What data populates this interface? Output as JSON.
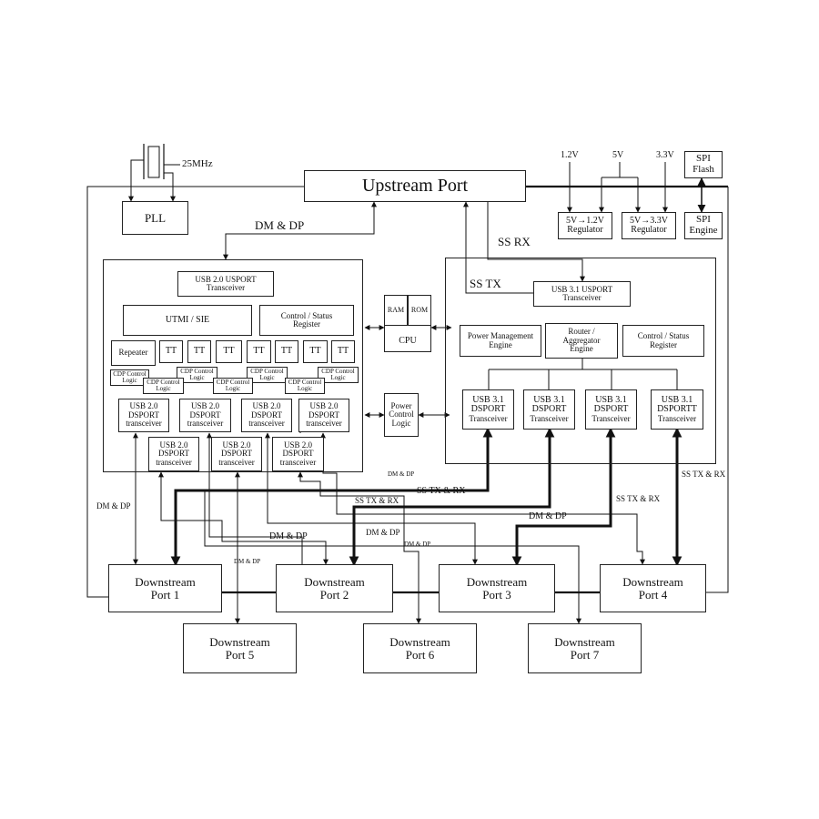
{
  "crystal_freq": "25MHz",
  "upstream_port": "Upstream Port",
  "pll": "PLL",
  "voltages": {
    "v12": "1.2V",
    "v5": "5V",
    "v33": "3.3V"
  },
  "spi_flash": {
    "l1": "SPI",
    "l2": "Flash"
  },
  "spi_engine": {
    "l1": "SPI",
    "l2": "Engine"
  },
  "regulator_12": {
    "l1": "5V→1.2V",
    "l2": "Regulator"
  },
  "regulator_33": {
    "l1": "5V→3.3V",
    "l2": "Regulator"
  },
  "usb20_hub": {
    "usport": {
      "l1": "USB 2.0 USPORT",
      "l2": "Transceiver"
    },
    "utmi": "UTMI / SIE",
    "ctrl_status": {
      "l1": "Control / Status",
      "l2": "Register"
    },
    "repeater": "Repeater",
    "tt": [
      "TT",
      "TT",
      "TT",
      "TT",
      "TT",
      "TT",
      "TT"
    ],
    "cdp_top": [
      {
        "l1": "CDP Control",
        "l2": "Logic"
      },
      {
        "l1": "CDP Control",
        "l2": "Logic"
      },
      {
        "l1": "CDP Control",
        "l2": "Logic"
      },
      {
        "l1": "CDP Control",
        "l2": "Logic"
      }
    ],
    "cdp_bottom": [
      {
        "l1": "CDP Control",
        "l2": "Logic"
      },
      {
        "l1": "CDP Control",
        "l2": "Logic"
      },
      {
        "l1": "CDP Control",
        "l2": "Logic"
      }
    ],
    "dsport_top": [
      {
        "l1": "USB 2.0",
        "l2": "DSPORT",
        "l3": "transceiver"
      },
      {
        "l1": "USB 2.0",
        "l2": "DSPORT",
        "l3": "transceiver"
      },
      {
        "l1": "USB 2.0",
        "l2": "DSPORT",
        "l3": "transceiver"
      },
      {
        "l1": "USB 2.0",
        "l2": "DSPORT",
        "l3": "transceiver"
      }
    ],
    "dsport_bottom": [
      {
        "l1": "USB 2.0",
        "l2": "DSPORT",
        "l3": "transceiver"
      },
      {
        "l1": "USB 2.0",
        "l2": "DSPORT",
        "l3": "transceiver"
      },
      {
        "l1": "USB 2.0",
        "l2": "DSPORT",
        "l3": "transceiver"
      }
    ]
  },
  "ram": "RAM",
  "rom": "ROM",
  "cpu": "CPU",
  "power_control": {
    "l1": "Power",
    "l2": "Control",
    "l3": "Logic"
  },
  "usb31_hub": {
    "usport": {
      "l1": "USB 3.1 USPORT",
      "l2": "Transceiver"
    },
    "power_mgmt": {
      "l1": "Power Management",
      "l2": "Engine"
    },
    "router": {
      "l1": "Router /",
      "l2": "Aggregator",
      "l3": "Engine"
    },
    "ctrl_status": {
      "l1": "Control / Status",
      "l2": "Register"
    },
    "dsport": [
      {
        "l1": "USB 3.1",
        "l2": "DSPORT",
        "l3": "Transceiver"
      },
      {
        "l1": "USB 3.1",
        "l2": "DSPORT",
        "l3": "Transceiver"
      },
      {
        "l1": "USB 3.1",
        "l2": "DSPORT",
        "l3": "Transceiver"
      },
      {
        "l1": "USB 3.1",
        "l2": "DSPORTT",
        "l3": "Transceiver"
      }
    ]
  },
  "labels": {
    "dm_dp_main": "DM & DP",
    "ss_rx": "SS RX",
    "ss_tx": "SS TX",
    "dm_dp_left": "DM & DP",
    "dm_dp_small1": "DM & DP",
    "ss_tx_rx_1": "SS TX & RX",
    "ss_tx_rx_2": "SS TX & RX",
    "ss_tx_rx_3": "SS TX & RX",
    "ss_tx_rx_4": "SS TX & RX",
    "dm_dp_mid1": "DM & DP",
    "dm_dp_mid2": "DM & DP",
    "dm_dp_mid3": "DM & DP",
    "dm_dp_mid4": "DM & DP",
    "dm_dp_mid5": "DM & DP"
  },
  "downstream_ports": [
    {
      "l1": "Downstream",
      "l2": "Port 1"
    },
    {
      "l1": "Downstream",
      "l2": "Port 2"
    },
    {
      "l1": "Downstream",
      "l2": "Port 3"
    },
    {
      "l1": "Downstream",
      "l2": "Port 4"
    },
    {
      "l1": "Downstream",
      "l2": "Port 5"
    },
    {
      "l1": "Downstream",
      "l2": "Port 6"
    },
    {
      "l1": "Downstream",
      "l2": "Port 7"
    }
  ]
}
